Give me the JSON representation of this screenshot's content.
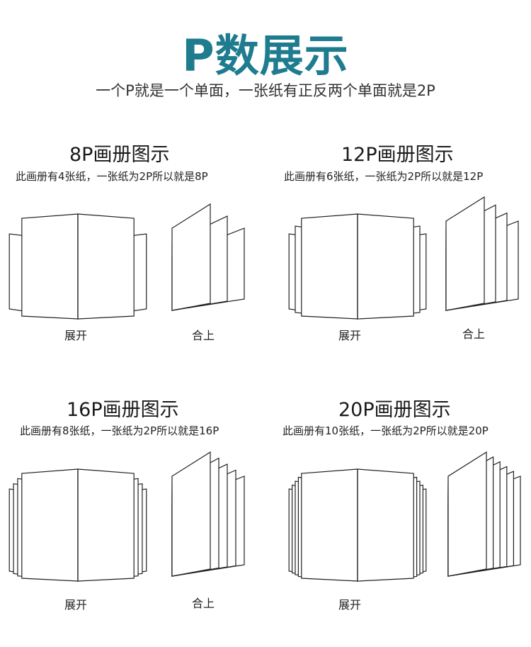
{
  "header": {
    "title": "P数展示",
    "subtitle": "一个P就是一个单面，一张纸有正反两个单面就是2P"
  },
  "colors": {
    "accent": "#1f7c8f",
    "line": "#222222"
  },
  "panels": [
    {
      "title": "8P画册图示",
      "desc": "此画册有4张纸，一张纸为2P所以就是8P",
      "sheets": 4,
      "open_label": "展开",
      "closed_label": "合上"
    },
    {
      "title": "12P画册图示",
      "desc": "此画册有6张纸，一张纸为2P所以就是12P",
      "sheets": 6,
      "open_label": "展开",
      "closed_label": "合上"
    },
    {
      "title": "16P画册图示",
      "desc": "此画册有8张纸，一张纸为2P所以就是16P",
      "sheets": 8,
      "open_label": "展开",
      "closed_label": "合上"
    },
    {
      "title": "20P画册图示",
      "desc": "此画册有10张纸，一张纸为2P所以就是20P",
      "sheets": 10,
      "open_label": "展开",
      "closed_label": ""
    }
  ]
}
